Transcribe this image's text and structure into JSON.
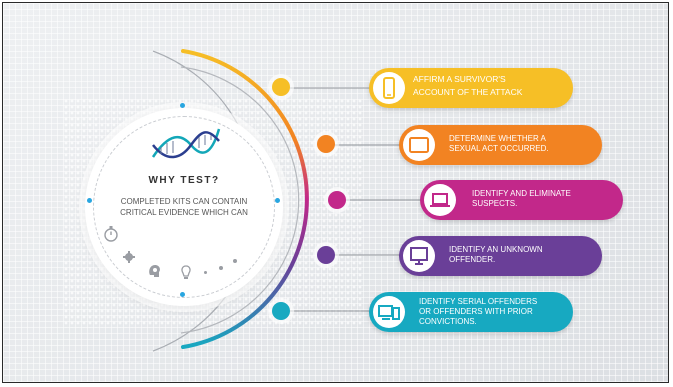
{
  "center": {
    "title": "WHY TEST?",
    "body": "COMPLETED KITS CAN CONTAIN CRITICAL EVIDENCE WHICH CAN",
    "icon": "dna-icon"
  },
  "items": [
    {
      "label": "AFFIRM A SURVIVOR'S ACCOUNT OF THE ATTACK",
      "icon": "smartphone-icon",
      "color": "#f6bf26"
    },
    {
      "label": "DETERMINE WHETHER A SEXUAL ACT OCCURRED.",
      "icon": "tablet-icon",
      "color": "#f28322"
    },
    {
      "label": "IDENTIFY AND ELIMINATE SUSPECTS.",
      "icon": "laptop-icon",
      "color": "#c2288a"
    },
    {
      "label": "IDENTIFY AN UNKNOWN OFFENDER.",
      "icon": "monitor-icon",
      "color": "#6a3f98"
    },
    {
      "label": "IDENTIFY SERIAL OFFENDERS OR OFFENDERS WITH PRIOR CONVICTIONS.",
      "icon": "devices-icon",
      "color": "#17a9c1"
    }
  ],
  "decorative_icons": [
    "stopwatch-icon",
    "gear-icon",
    "head-gear-icon",
    "lightbulb-icon"
  ]
}
